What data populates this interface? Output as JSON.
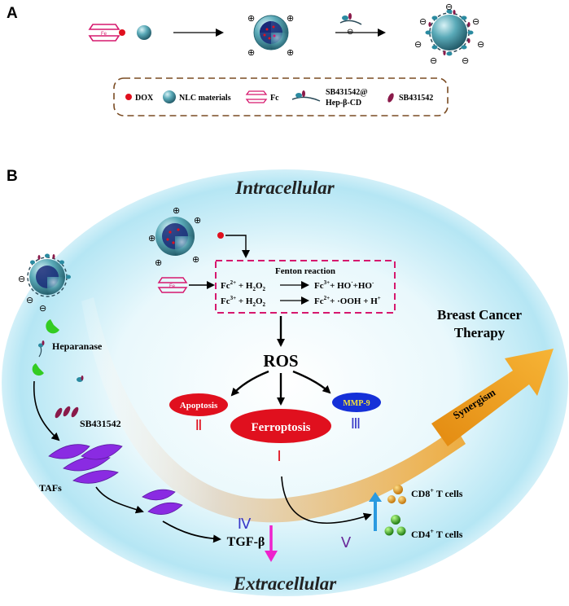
{
  "panel_a": {
    "label": "A",
    "legend": {
      "dox": "DOX",
      "nlc": "NLC materials",
      "fc": "Fc",
      "sb_cd_line1": "SB431542@",
      "sb_cd_line2": "Hep-β-CD",
      "sb": "SB431542"
    }
  },
  "panel_b": {
    "label": "B",
    "intracellular": "Intracellular",
    "extracellular": "Extracellular",
    "fenton": {
      "title": "Fenton reaction"
    },
    "ros": "ROS",
    "apoptosis": "Apoptosis",
    "ferroptosis": "Ferroptosis",
    "mmp9": "MMP-9",
    "roman": {
      "i": "Ⅰ",
      "ii": "Ⅱ",
      "iii": "Ⅲ",
      "iv": "Ⅳ",
      "v": "Ⅴ"
    },
    "heparanase": "Heparanase",
    "sb": "SB431542",
    "tafs": "TAFs",
    "tgf": "TGF-β",
    "breast_line1": "Breast Cancer",
    "breast_line2": "Therapy",
    "synergism": "Synergism",
    "cd8": "CD8",
    "cd4": "CD4",
    "t_cells": " T cells"
  },
  "colors": {
    "accent_magenta": "#d6186e",
    "ros_red": "#e0101e",
    "mmp_blue": "#1530d8",
    "mmp_text": "#f5e23a",
    "synergy_orange": "#f0a020",
    "taf_purple": "#8a2be2",
    "heparanase_green": "#33cc22"
  }
}
